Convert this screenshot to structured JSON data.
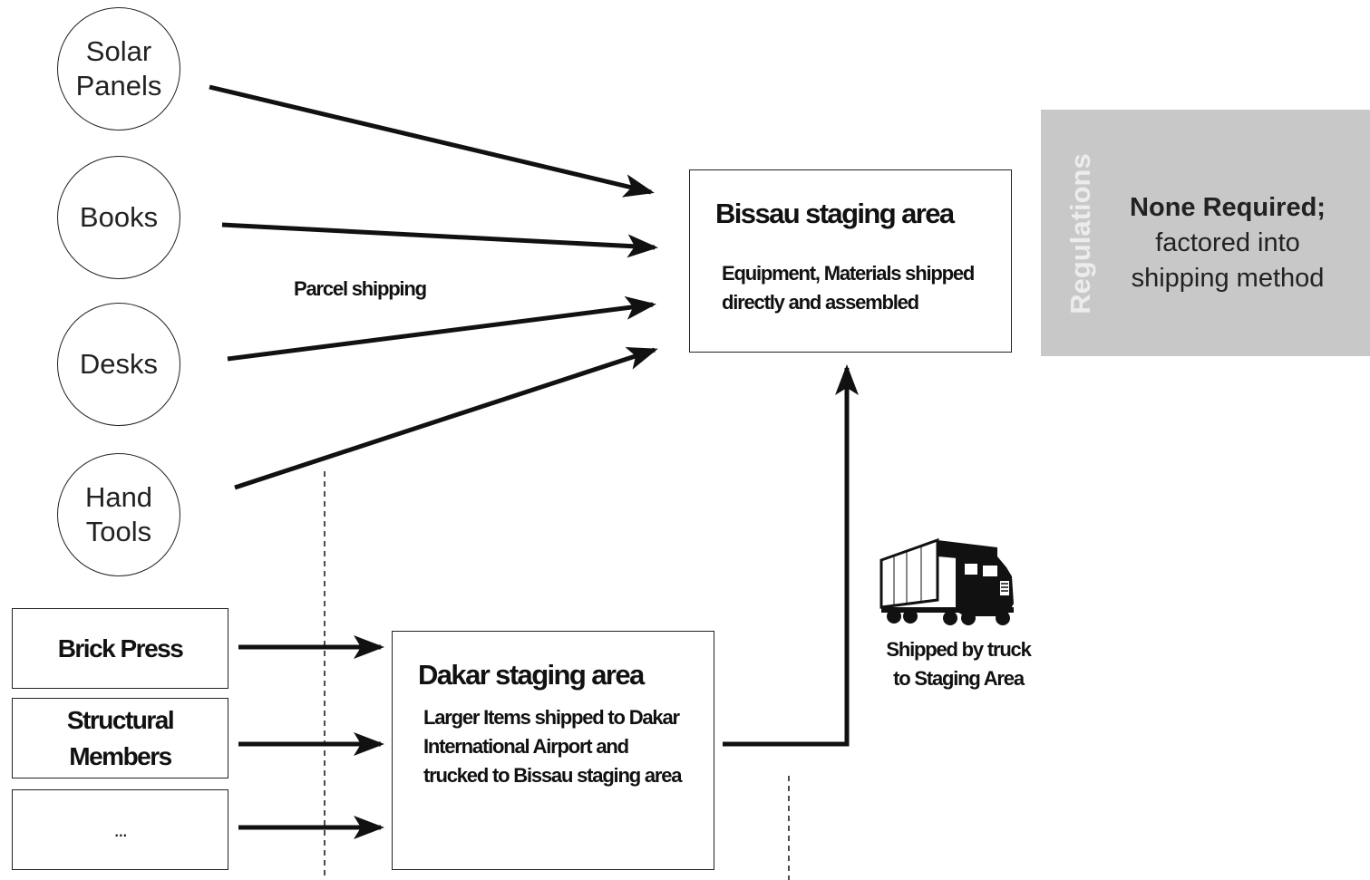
{
  "sources_circles": [
    {
      "label": "Solar\nPanels"
    },
    {
      "label": "Books"
    },
    {
      "label": "Desks"
    },
    {
      "label": "Hand\nTools"
    }
  ],
  "sources_boxes": [
    {
      "label": "Brick Press"
    },
    {
      "label": "Structural\nMembers"
    },
    {
      "label": "..."
    }
  ],
  "parcel_label": "Parcel shipping",
  "bissau": {
    "title": "Bissau staging area",
    "body": "Equipment, Materials shipped directly and assembled"
  },
  "dakar": {
    "title": "Dakar staging area",
    "body": "Larger Items shipped to Dakar International Airport and trucked to Bissau staging area"
  },
  "truck": {
    "icon": "truck-icon",
    "label": "Shipped by truck\nto Staging Area"
  },
  "regulations": {
    "heading": "Regulations",
    "note_bold": "None Required;",
    "note_rest": "factored into shipping method"
  },
  "colors": {
    "line": "#111111",
    "panel": "#c8c8c8",
    "panel_heading": "#ececec"
  }
}
